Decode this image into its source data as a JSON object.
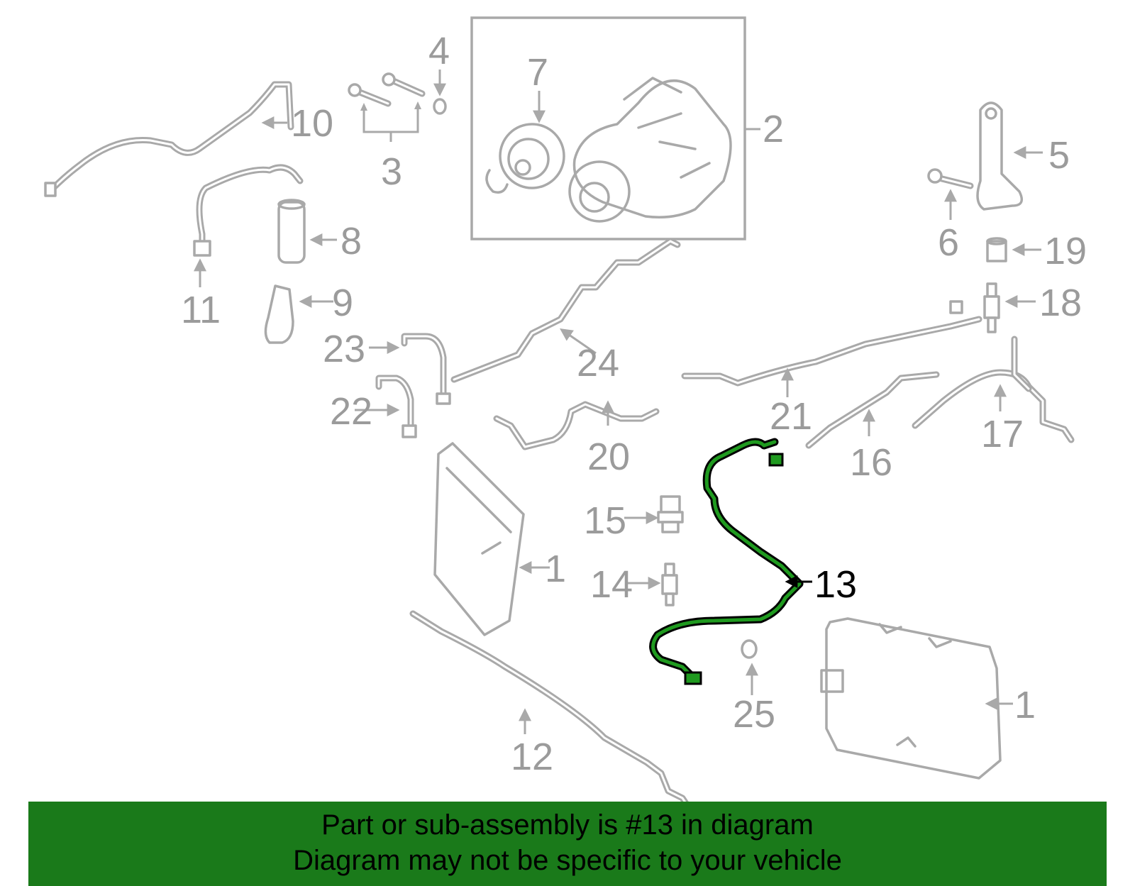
{
  "highlight_color": "#1a7a1a",
  "callouts": {
    "c1a": "1",
    "c1b": "1",
    "c2": "2",
    "c3": "3",
    "c4": "4",
    "c5": "5",
    "c6": "6",
    "c7": "7",
    "c8": "8",
    "c9": "9",
    "c10": "10",
    "c11": "11",
    "c12": "12",
    "c13": "13",
    "c14": "14",
    "c15": "15",
    "c16": "16",
    "c17": "17",
    "c18": "18",
    "c19": "19",
    "c20": "20",
    "c21": "21",
    "c22": "22",
    "c23": "23",
    "c24": "24",
    "c25": "25"
  },
  "banner": {
    "line1": "Part or sub-assembly is #13 in diagram",
    "line2": "Diagram may not be specific to your vehicle"
  }
}
